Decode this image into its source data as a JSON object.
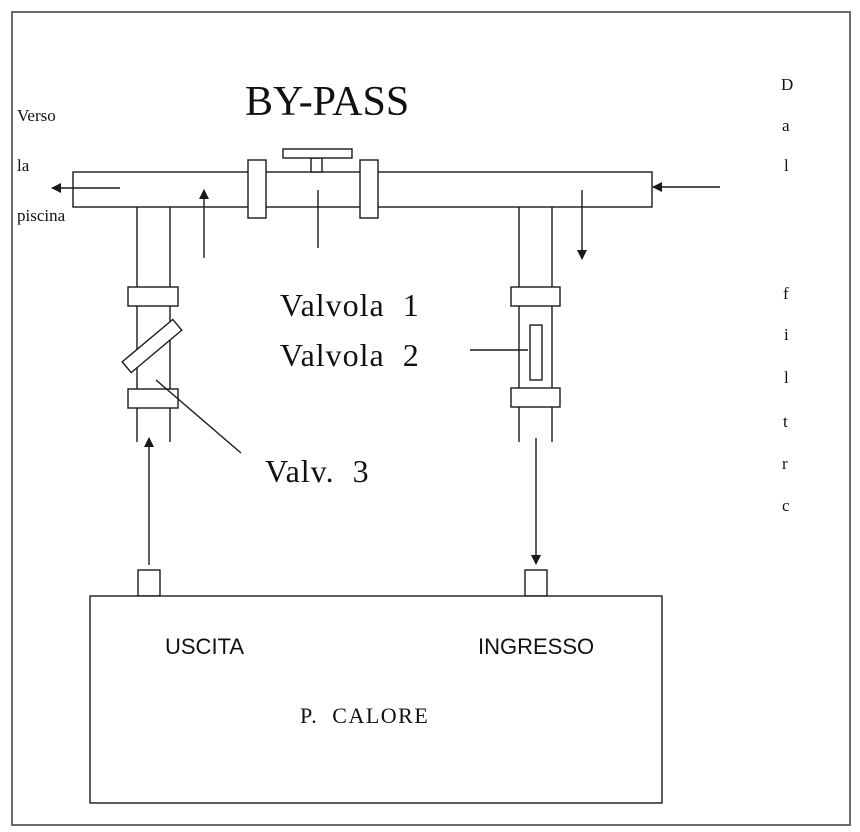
{
  "title": "BY-PASS",
  "left_label": [
    "Verso",
    "la",
    "piscina"
  ],
  "right_label": [
    "D",
    "a",
    "l",
    "f",
    "i",
    "l",
    "t",
    "r",
    "c"
  ],
  "valves": {
    "v1": "Valvola  1",
    "v2": "Valvola  2",
    "v3": "Valv.  3"
  },
  "heat_pump": {
    "outlet": "USCITA",
    "inlet": "INGRESSO",
    "name": "P.  CALORE"
  },
  "colors": {
    "line": "#1a1a1a",
    "frame": "#6a6a6a"
  }
}
